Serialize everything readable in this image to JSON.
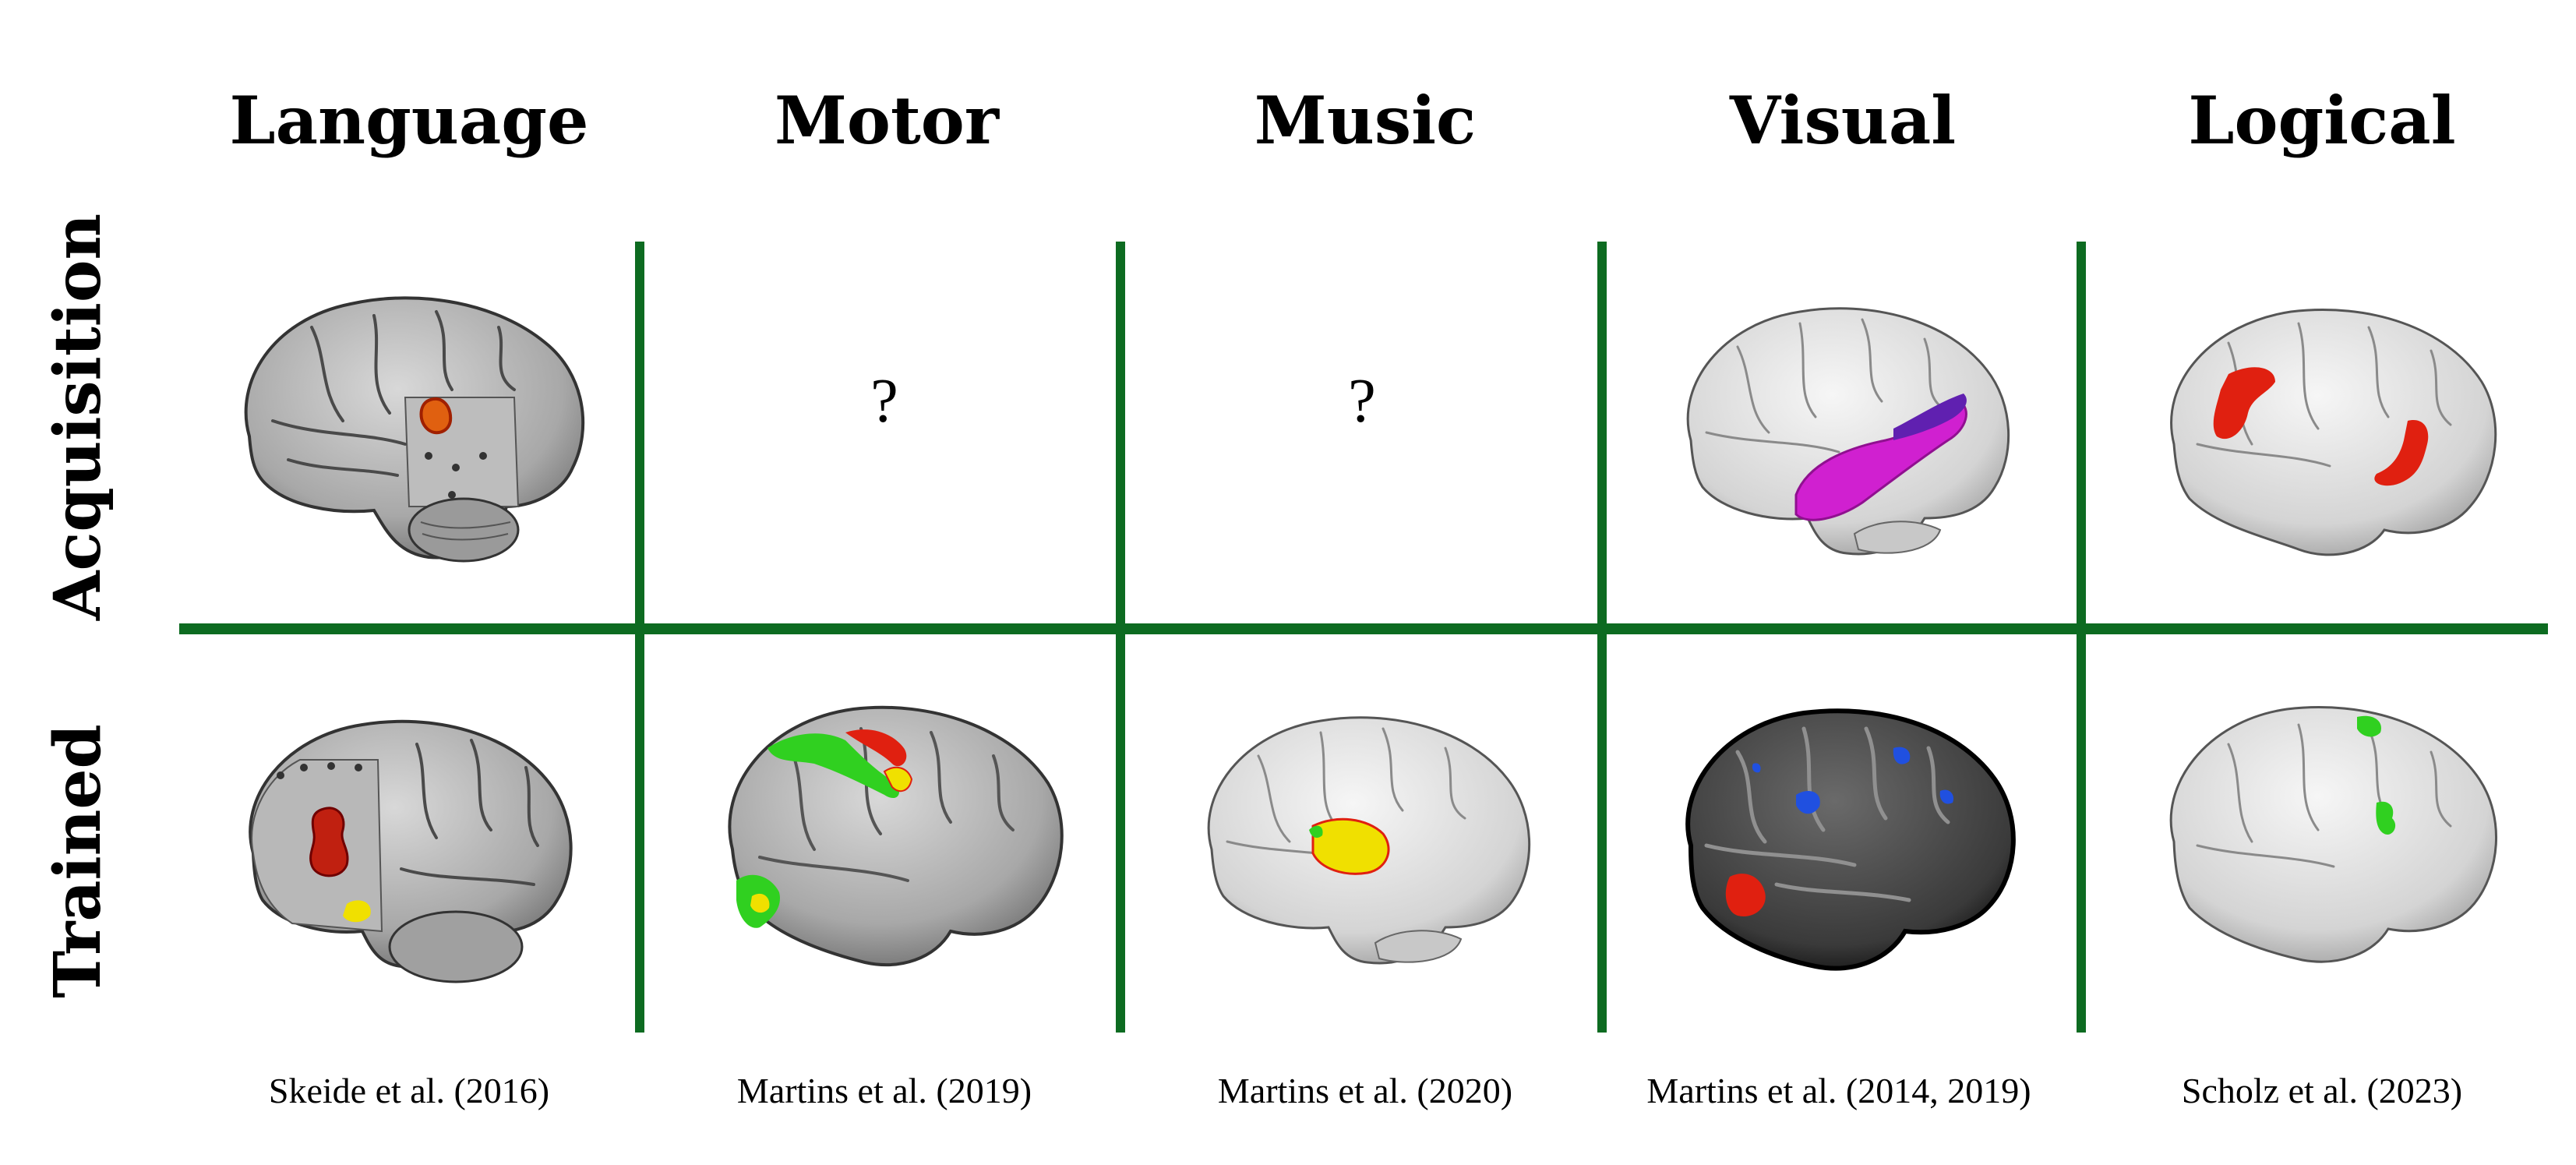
{
  "columns": [
    {
      "title": "Language",
      "citation": "Skeide et al. (2016)"
    },
    {
      "title": "Motor",
      "citation": "Martins et al. (2019)"
    },
    {
      "title": "Music",
      "citation": "Martins et al. (2020)"
    },
    {
      "title": "Visual",
      "citation": "Martins et al. (2014, 2019)"
    },
    {
      "title": "Logical",
      "citation": "Scholz et al. (2023)"
    }
  ],
  "rows": [
    {
      "label": "Acquisition"
    },
    {
      "label": "Trained"
    }
  ],
  "cells": {
    "motor_acquisition": "?",
    "music_acquisition": "?"
  },
  "colors": {
    "grid_line": "#0d6b21",
    "activation_red": "#e02010",
    "activation_orange": "#e06010",
    "activation_yellow": "#f0e000",
    "activation_green": "#30d020",
    "activation_magenta": "#d020d0",
    "activation_purple": "#6020b0",
    "activation_blue": "#2050e0"
  }
}
